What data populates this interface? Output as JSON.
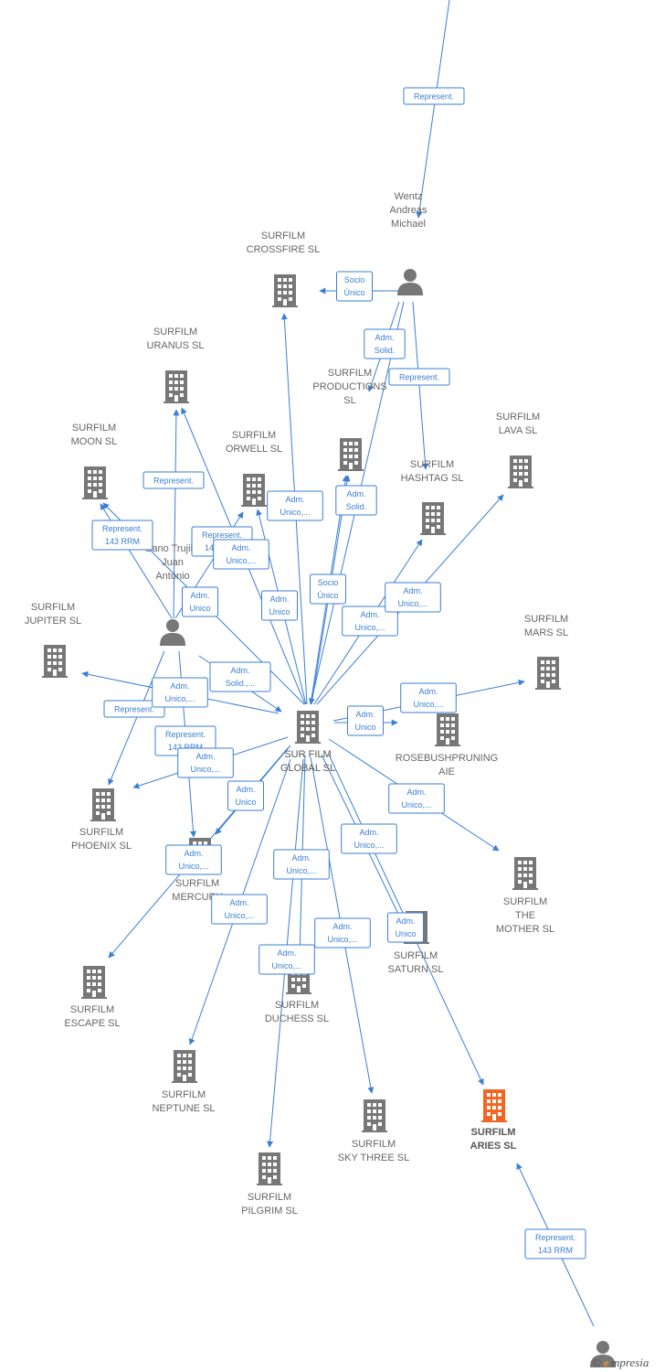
{
  "colors": {
    "edge": "#3a7fd5",
    "company": "#777777",
    "highlight": "#f26522",
    "person": "#777777"
  },
  "nodes": [
    {
      "id": "surfilm_global",
      "kind": "company",
      "role": "main",
      "lines": [
        "SUR FILM",
        "GLOBAL  SL"
      ]
    },
    {
      "id": "wentz",
      "kind": "person",
      "lines": [
        "Wentz",
        "Andreas",
        "Michael"
      ]
    },
    {
      "id": "cano",
      "kind": "person",
      "lines": [
        "Cano Trujillo",
        "Juan",
        "Antonio"
      ]
    },
    {
      "id": "crossfire",
      "kind": "company",
      "lines": [
        "SURFILM",
        "CROSSFIRE  SL"
      ]
    },
    {
      "id": "uranus",
      "kind": "company",
      "lines": [
        "SURFILM",
        "URANUS  SL"
      ]
    },
    {
      "id": "productions",
      "kind": "company",
      "lines": [
        "SURFILM",
        "PRODUCTIONS",
        "SL"
      ]
    },
    {
      "id": "moon",
      "kind": "company",
      "lines": [
        "SURFILM",
        "MOON  SL"
      ]
    },
    {
      "id": "orwell",
      "kind": "company",
      "lines": [
        "SURFILM",
        "ORWELL  SL"
      ]
    },
    {
      "id": "lava",
      "kind": "company",
      "lines": [
        "SURFILM",
        "LAVA  SL"
      ]
    },
    {
      "id": "hashtag",
      "kind": "company",
      "lines": [
        "SURFILM",
        "HASHTAG  SL"
      ]
    },
    {
      "id": "jupiter",
      "kind": "company",
      "lines": [
        "SURFILM",
        "JUPITER  SL"
      ]
    },
    {
      "id": "mars",
      "kind": "company",
      "lines": [
        "SURFILM",
        "MARS  SL"
      ]
    },
    {
      "id": "rosebush",
      "kind": "company",
      "lines": [
        "ROSEBUSHPRUNING",
        "AIE"
      ]
    },
    {
      "id": "phoenix",
      "kind": "company",
      "lines": [
        "SURFILM",
        "PHOENIX  SL"
      ]
    },
    {
      "id": "mercury",
      "kind": "company",
      "lines": [
        "SURFILM",
        "MERCURY"
      ]
    },
    {
      "id": "mother",
      "kind": "company",
      "lines": [
        "SURFILM",
        "THE",
        "MOTHER  SL"
      ]
    },
    {
      "id": "saturn",
      "kind": "company",
      "lines": [
        "SURFILM",
        "SATURN  SL"
      ]
    },
    {
      "id": "escape",
      "kind": "company",
      "lines": [
        "SURFILM",
        "ESCAPE  SL"
      ]
    },
    {
      "id": "duchess",
      "kind": "company",
      "lines": [
        "SURFILM",
        "DUCHESS  SL"
      ]
    },
    {
      "id": "neptune",
      "kind": "company",
      "lines": [
        "SURFILM",
        "NEPTUNE  SL"
      ]
    },
    {
      "id": "aries",
      "kind": "company",
      "role": "highlight",
      "lines": [
        "SURFILM",
        "ARIES  SL"
      ]
    },
    {
      "id": "skythree",
      "kind": "company",
      "lines": [
        "SURFILM",
        "SKY THREE  SL"
      ]
    },
    {
      "id": "pilgrim",
      "kind": "company",
      "lines": [
        "SURFILM",
        "PILGRIM  SL"
      ]
    },
    {
      "id": "person_top",
      "kind": "person",
      "lines": []
    },
    {
      "id": "person_bottom",
      "kind": "person",
      "lines": []
    }
  ],
  "edges": [
    {
      "from": "person_top",
      "to": "wentz",
      "label": [
        "Represent."
      ]
    },
    {
      "from": "wentz",
      "to": "crossfire",
      "label": [
        "Socio",
        "Único"
      ]
    },
    {
      "from": "wentz",
      "to": "productions",
      "label": [
        "Adm.",
        "Solid."
      ]
    },
    {
      "from": "wentz",
      "to": "hashtag",
      "label": [
        "Represent."
      ]
    },
    {
      "from": "wentz",
      "to": "surfilm_global",
      "label": []
    },
    {
      "from": "cano",
      "to": "uranus",
      "label": [
        "Represent."
      ]
    },
    {
      "from": "cano",
      "to": "moon",
      "label": [
        "Represent.",
        "143 RRM"
      ]
    },
    {
      "from": "cano",
      "to": "orwell",
      "label": [
        "Represent.",
        "143 RRM"
      ]
    },
    {
      "from": "cano",
      "to": "phoenix",
      "label": [
        "Represent."
      ]
    },
    {
      "from": "cano",
      "to": "mercury",
      "label": [
        "Represent.",
        "143 RRM"
      ]
    },
    {
      "from": "cano",
      "to": "surfilm_global",
      "label": [
        "Adm.",
        "Solid.,..."
      ]
    },
    {
      "from": "surfilm_global",
      "to": "crossfire",
      "label": [
        "Adm.",
        "Unico,..."
      ]
    },
    {
      "from": "surfilm_global",
      "to": "uranus",
      "label": [
        "Adm.",
        "Unico,..."
      ]
    },
    {
      "from": "surfilm_global",
      "to": "moon",
      "label": [
        "Adm.",
        "Unico"
      ]
    },
    {
      "from": "surfilm_global",
      "to": "orwell",
      "label": [
        "Adm.",
        "Unico"
      ]
    },
    {
      "from": "surfilm_global",
      "to": "productions",
      "label": [
        "Adm.",
        "Solid."
      ]
    },
    {
      "from": "surfilm_global",
      "to": "productions",
      "label": [
        "Socio",
        "Único"
      ]
    },
    {
      "from": "surfilm_global",
      "to": "hashtag",
      "label": [
        "Adm.",
        "Unico,..."
      ]
    },
    {
      "from": "surfilm_global",
      "to": "lava",
      "label": [
        "Adm.",
        "Unico,..."
      ]
    },
    {
      "from": "surfilm_global",
      "to": "jupiter",
      "label": [
        "Adm.",
        "Unico,..."
      ]
    },
    {
      "from": "surfilm_global",
      "to": "mars",
      "label": [
        "Adm.",
        "Unico,..."
      ]
    },
    {
      "from": "surfilm_global",
      "to": "rosebush",
      "label": [
        "Adm.",
        "Unico"
      ]
    },
    {
      "from": "surfilm_global",
      "to": "phoenix",
      "label": [
        "Adm.",
        "Unico,..."
      ]
    },
    {
      "from": "surfilm_global",
      "to": "mercury",
      "label": [
        "Adm.",
        "Unico"
      ]
    },
    {
      "from": "surfilm_global",
      "to": "mother",
      "label": [
        "Adm.",
        "Unico,..."
      ]
    },
    {
      "from": "surfilm_global",
      "to": "saturn",
      "label": [
        "Adm.",
        "Unico,..."
      ]
    },
    {
      "from": "surfilm_global",
      "to": "aries",
      "label": [
        "Adm.",
        "Unico"
      ]
    },
    {
      "from": "surfilm_global",
      "to": "escape",
      "label": [
        "Adm.",
        "Unico,..."
      ]
    },
    {
      "from": "surfilm_global",
      "to": "duchess",
      "label": [
        "Adm.",
        "Unico,..."
      ]
    },
    {
      "from": "surfilm_global",
      "to": "neptune",
      "label": [
        "Adm.",
        "Unico,..."
      ]
    },
    {
      "from": "surfilm_global",
      "to": "skythree",
      "label": [
        "Adm.",
        "Unico,..."
      ]
    },
    {
      "from": "surfilm_global",
      "to": "pilgrim",
      "label": [
        "Adm.",
        "Unico,..."
      ]
    },
    {
      "from": "person_bottom",
      "to": "aries",
      "label": [
        "Represent.",
        "143 RRM"
      ]
    }
  ],
  "watermark": {
    "text": "mpresia",
    "symbol": "e",
    "copyright": "©"
  }
}
